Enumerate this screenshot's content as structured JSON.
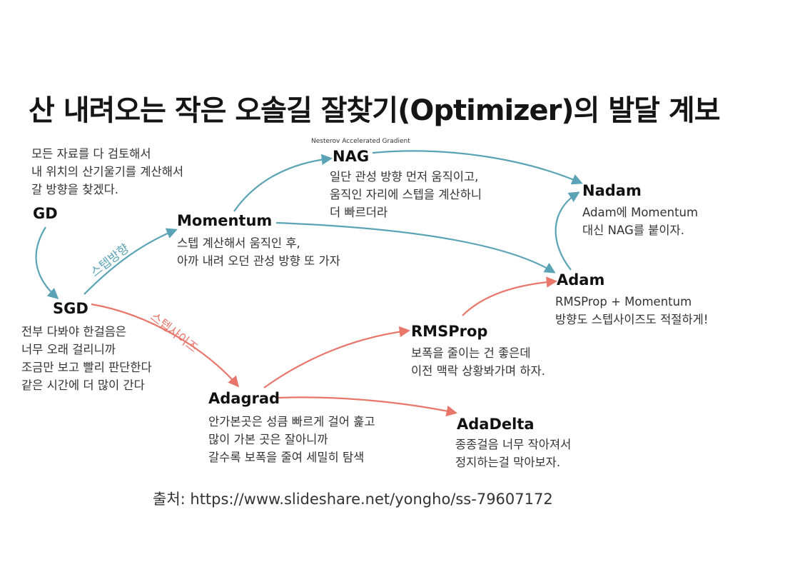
{
  "title": "산 내려오는 작은 오솔길 잘찾기(Optimizer)의 발달 계보",
  "source": "출처: https://www.slideshare.net/yongho/ss-79607172",
  "colors": {
    "momentum_branch": "#5aa3b6",
    "stepsize_branch": "#e8766a"
  },
  "nodes": {
    "gd": {
      "name": "GD",
      "desc": [
        "모든 자료를 다 검토해서",
        "내 위치의 산기울기를 계산해서",
        "갈 방향을 찾겠다."
      ]
    },
    "sgd": {
      "name": "SGD",
      "desc": [
        "전부 다봐야 한걸음은",
        "너무 오래 걸리니까",
        "조금만 보고 빨리 판단한다",
        "같은 시간에 더 많이 간다"
      ]
    },
    "momentum": {
      "name": "Momentum",
      "desc": [
        "스텝 계산해서 움직인 후,",
        "아까 내려 오던 관성 방향 또 가자"
      ]
    },
    "nag": {
      "name": "NAG",
      "subtitle": "Nesterov Accelerated Gradient",
      "desc": [
        "일단 관성 방향 먼저 움직이고,",
        "움직인 자리에 스텝을 계산하니",
        "더 빠르더라"
      ]
    },
    "nadam": {
      "name": "Nadam",
      "desc": [
        "Adam에 Momentum",
        "대신 NAG를 붙이자."
      ]
    },
    "adam": {
      "name": "Adam",
      "desc": [
        "RMSProp + Momentum",
        "방향도 스텝사이즈도 적절하게!"
      ]
    },
    "rmsprop": {
      "name": "RMSProp",
      "desc": [
        "보폭을 줄이는 건 좋은데",
        "이전 맥락 상황봐가며 하자."
      ]
    },
    "adagrad": {
      "name": "Adagrad",
      "desc": [
        "안가본곳은 성큼 빠르게 걸어 훑고",
        "많이 가본 곳은 잘아니까",
        "갈수록 보폭을 줄여 세밀히 탐색"
      ]
    },
    "adadelta": {
      "name": "AdaDelta",
      "desc": [
        "종종걸음 너무 작아져서",
        "정지하는걸 막아보자."
      ]
    }
  },
  "edge_labels": {
    "direction": "스텝방향",
    "stepsize": "스텝사이즈"
  }
}
